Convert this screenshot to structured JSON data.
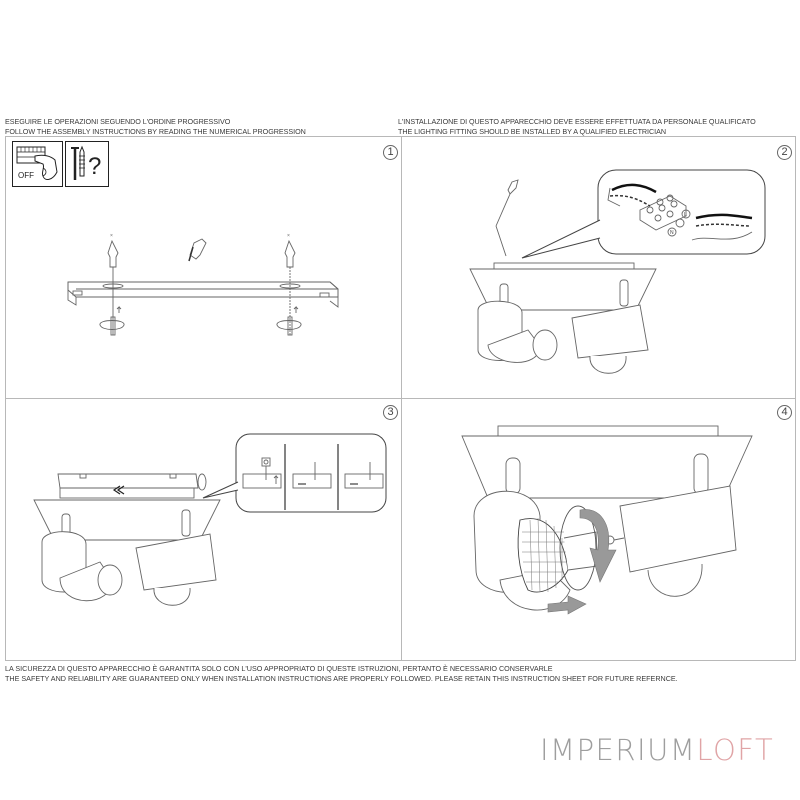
{
  "header": {
    "left": {
      "line1": "ESEGUIRE LE OPERAZIONI SEGUENDO L'ORDINE PROGRESSIVO",
      "line2": "FOLLOW THE ASSEMBLY INSTRUCTIONS BY READING THE NUMERICAL PROGRESSION"
    },
    "right": {
      "line1": "L'INSTALLAZIONE DI QUESTO APPARECCHIO DEVE ESSERE EFFETTUATA DA PERSONALE QUALIFICATO",
      "line2": "THE LIGHTING FITTING SHOULD BE INSTALLED BY A QUALIFIED ELECTRICIAN"
    }
  },
  "steps": [
    {
      "number": "1",
      "description": "Switch power OFF; drill holes, insert wall plugs and fix mounting bracket with screws",
      "icons": [
        "power-off-icon",
        "screw-plug-icon",
        "question-icon"
      ],
      "off_label": "OFF"
    },
    {
      "number": "2",
      "description": "Connect supply wires to terminal block",
      "terminal_labels": [
        "L",
        "N",
        "⏚"
      ]
    },
    {
      "number": "3",
      "description": "Hook fixture base onto bracket and slide to lock"
    },
    {
      "number": "4",
      "description": "Insert bulb and screw on retaining ring"
    }
  ],
  "footer": {
    "line1": "LA SICUREZZA DI QUESTO APPARECCHIO È GARANTITA SOLO CON L'USO APPROPRIATO DI QUESTE ISTRUZIONI, PERTANTO È NECESSARIO CONSERVARLE",
    "line2": "THE SAFETY AND RELIABILITY ARE GUARANTEED ONLY WHEN INSTALLATION INSTRUCTIONS ARE PROPERLY FOLLOWED. PLEASE RETAIN THIS INSTRUCTION SHEET FOR FUTURE REFERNCE."
  },
  "logo": {
    "part1": "IMPERIUM",
    "part2": "LOFT",
    "colors": {
      "part1": "#9e9e9e",
      "part2": "#e0a4a6"
    }
  },
  "colors": {
    "line": "#555555",
    "frame": "#b8b8b8",
    "arrow_fill": "#8a8a8a"
  }
}
